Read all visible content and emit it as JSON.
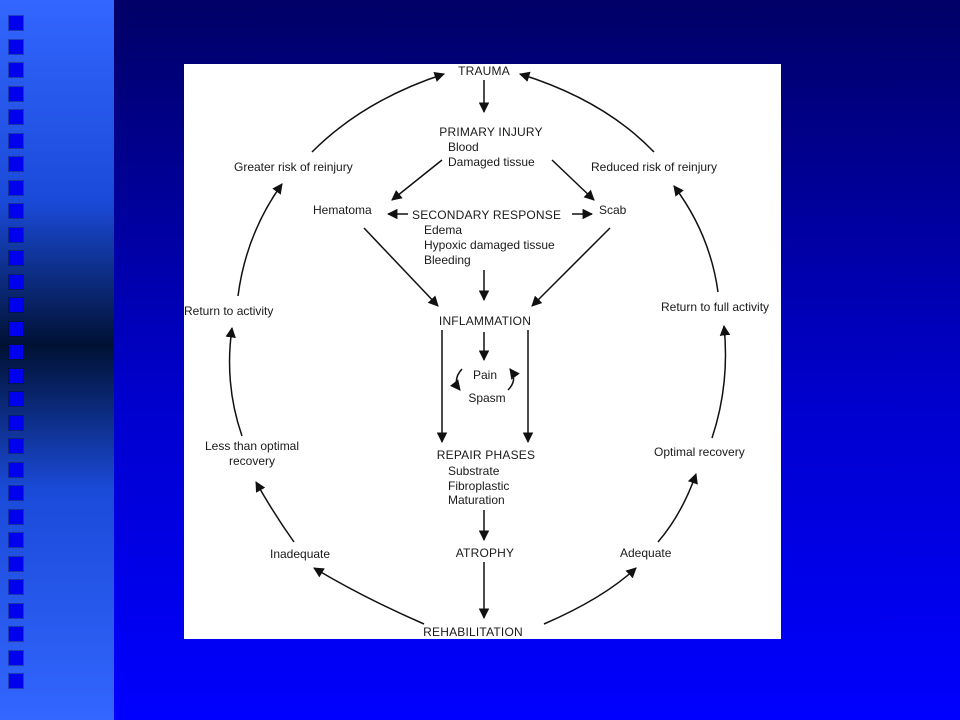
{
  "diagram": {
    "trauma": "TRAUMA",
    "primary_injury": {
      "title": "PRIMARY INJURY",
      "items": [
        "Blood",
        "Damaged tissue"
      ]
    },
    "hematoma": "Hematoma",
    "scab": "Scab",
    "secondary_response": {
      "title": "SECONDARY RESPONSE",
      "items": [
        "Edema",
        "Hypoxic damaged tissue",
        "Bleeding"
      ]
    },
    "inflammation": "INFLAMMATION",
    "pain": "Pain",
    "spasm": "Spasm",
    "repair_phases": {
      "title": "REPAIR PHASES",
      "items": [
        "Substrate",
        "Fibroplastic",
        "Maturation"
      ]
    },
    "atrophy": "ATROPHY",
    "rehabilitation": "REHABILITATION",
    "inadequate": "Inadequate",
    "adequate": "Adequate",
    "less_optimal": [
      "Less than optimal",
      "recovery"
    ],
    "optimal_recovery": "Optimal recovery",
    "return_activity": "Return to activity",
    "return_full_activity": "Return to full activity",
    "greater_risk": "Greater risk of reinjury",
    "reduced_risk": "Reduced risk of reinjury"
  }
}
